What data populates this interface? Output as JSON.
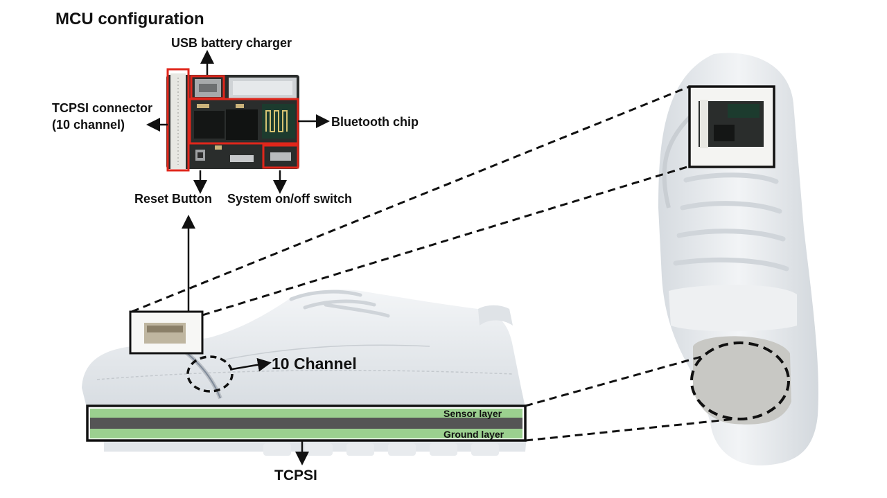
{
  "title": "MCU configuration",
  "mcu_labels": {
    "usb_charger": "USB battery charger",
    "tcpsi_connector_line1": "TCPSI connector",
    "tcpsi_connector_line2": "(10 channel)",
    "bluetooth_chip": "Bluetooth chip",
    "reset_button": "Reset Button",
    "power_switch": "System on/off switch"
  },
  "shoe_labels": {
    "channel": "10 Channel",
    "sensor_layer": "Sensor layer",
    "ground_layer": "Ground layer",
    "tcpsi": "TCPSI"
  },
  "colors": {
    "highlight_box": "#e0261b",
    "pcb": "#2a2d2c",
    "sensor_layer": "#9bd08f",
    "middle_layer": "#555555",
    "ground_layer": "#9bd08f",
    "shoe": "#e9ecef",
    "text": "#111111"
  },
  "icons": {
    "arrow": "arrow-icon",
    "dashed_zoom_line": "dashed-line"
  }
}
